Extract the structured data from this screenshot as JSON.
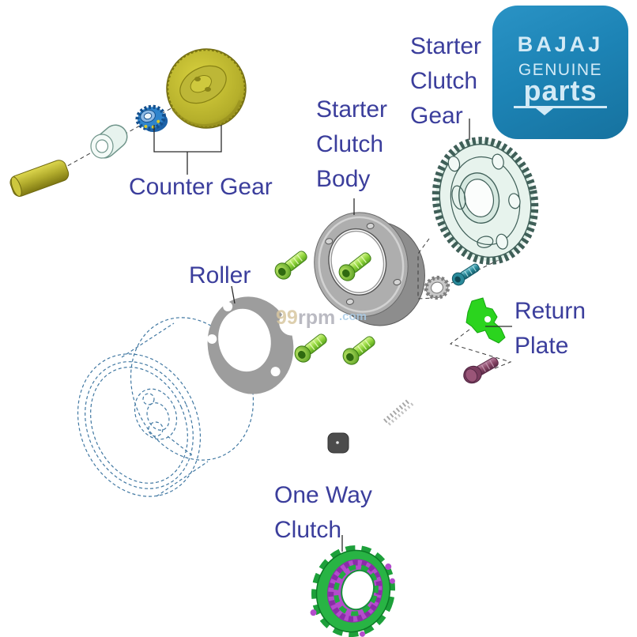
{
  "logo": {
    "brand": "BAJAJ",
    "genuine": "GENUINE",
    "parts": "parts",
    "bg_color": "#1d84b6",
    "text_color": "#d2eaf6"
  },
  "watermark": {
    "prefix": "99",
    "mid": "rpm",
    "suffix": ".com"
  },
  "labels": {
    "counter_gear": "Counter Gear",
    "roller": "Roller",
    "starter_clutch_body": [
      "Starter",
      "Clutch",
      "Body"
    ],
    "starter_clutch_gear": [
      "Starter",
      "Clutch",
      "Gear"
    ],
    "return_plate": [
      "Return",
      "Plate"
    ],
    "one_way_clutch": [
      "One Way",
      "Clutch"
    ]
  },
  "colors": {
    "label_text": "#3b3e9c",
    "background": "#ffffff",
    "counter_gear_olive": "#b5af2b",
    "shaft_olive": "#a89f2c",
    "pinion_blue": "#2f84cc",
    "clutch_body_gray": "#aeaeae",
    "roller_plate_gray": "#9d9d9d",
    "bolt_green": "#86d832",
    "star_washer_gray": "#c9c9c9",
    "set_bolt_teal": "#2a8a9a",
    "return_plate_green": "#2bd41e",
    "pivot_bolt_purple": "#8a4868",
    "starter_gear_mint": "#e7f3ed",
    "flywheel_dash_blue": "#4178a2",
    "one_way_green": "#28b444",
    "one_way_magenta": "#b44ccc",
    "leader_line": "#2b2b2b"
  },
  "parts": [
    "shaft-pin",
    "bushing",
    "pinion-gear",
    "counter-gear",
    "flywheel",
    "roller-plate",
    "mounting-bolt-x4",
    "starter-clutch-body",
    "star-washer",
    "set-bolt",
    "starter-clutch-gear",
    "return-plate",
    "pivot-bolt",
    "spring",
    "roller-pin",
    "one-way-clutch"
  ]
}
